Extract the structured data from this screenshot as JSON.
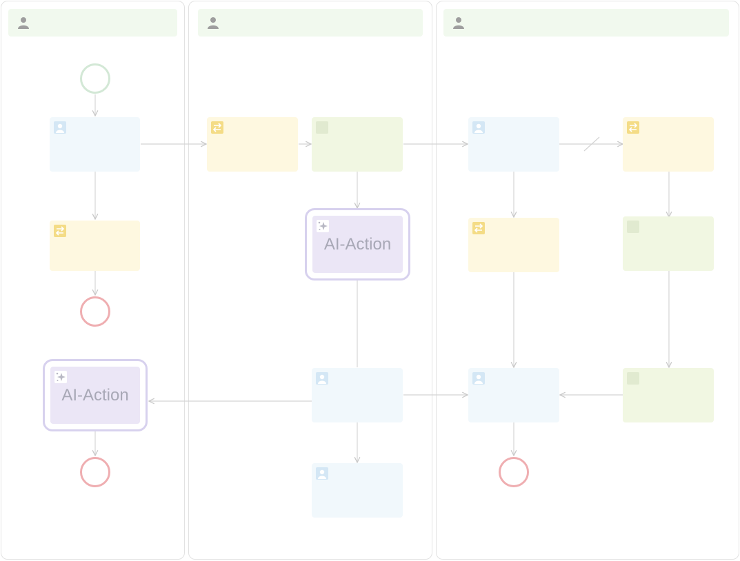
{
  "diagram": {
    "lanes": [
      {
        "id": "lane-1",
        "title": ""
      },
      {
        "id": "lane-2",
        "title": ""
      },
      {
        "id": "lane-3",
        "title": ""
      }
    ],
    "ai_action_label": "AI-Action",
    "colors": {
      "lane_header": "#f1f9ee",
      "user_task": "#f1f8fc",
      "service_task": "#fef8e0",
      "script_task": "#f1f7e2",
      "ai_task_fill": "#ebe6f6",
      "ai_task_border": "#d7d1ee",
      "start_event": "#d3e8d6",
      "end_event": "#efaeb1",
      "flow_line": "#d4d4d4"
    },
    "icons": {
      "lane": "person-icon",
      "user_task": "user-task-icon",
      "service_task": "service-task-icon",
      "script_task": "script-task-icon",
      "ai_task": "sparkle-icon"
    }
  }
}
